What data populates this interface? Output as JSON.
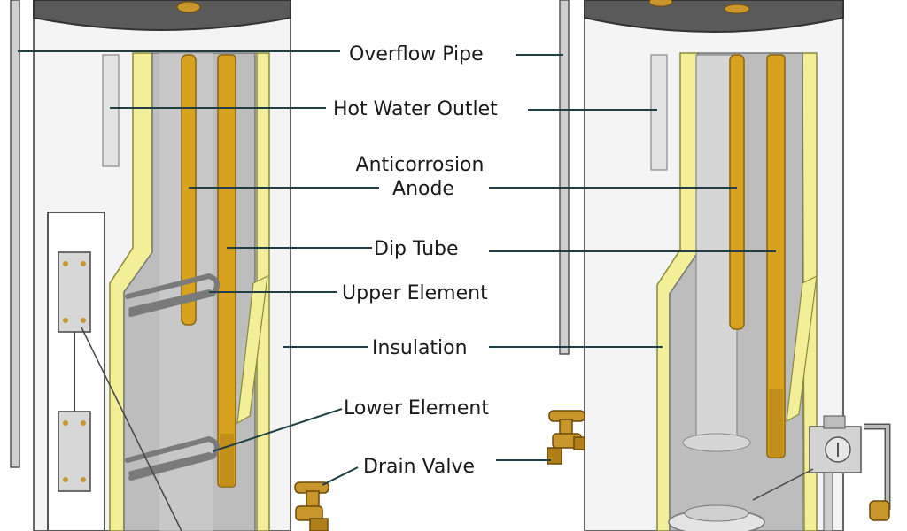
{
  "labels": {
    "overflow_pipe": "Overflow Pipe",
    "hot_water_outlet": "Hot Water Outlet",
    "anticorrosion_line1": "Anticorrosion",
    "anticorrosion_line2": "Anode",
    "dip_tube": "Dip Tube",
    "upper_element": "Upper Element",
    "insulation": "Insulation",
    "lower_element": "Lower Element",
    "drain_valve": "Drain Valve"
  },
  "colors": {
    "tank_lid": "#5a5a5a",
    "tank_shell": "#f2f2f2",
    "insulation": "#f3ee98",
    "tank_inner": "#b9b9b9",
    "anode_rod": "#d9a21e",
    "brass": "#c8962a",
    "leader_line": "#1f3f45"
  }
}
